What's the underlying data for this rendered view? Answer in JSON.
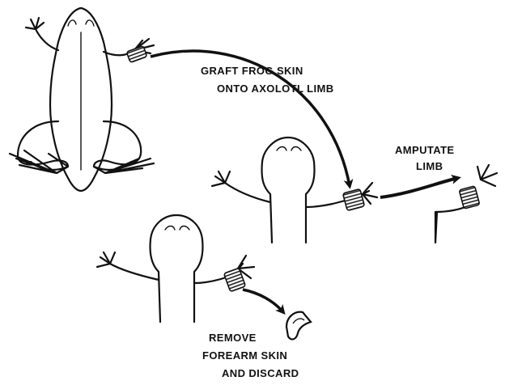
{
  "labels": {
    "graft_line1": "GRAFT FROG SKIN",
    "graft_line2": "ONTO AXOLOTL LIMB",
    "amputate_line1": "AMPUTATE",
    "amputate_line2": "LIMB",
    "remove_line1": "REMOVE",
    "remove_line2": "FOREARM SKIN",
    "remove_line3": "AND DISCARD"
  },
  "colors": {
    "ink": "#111111",
    "background": "#ffffff"
  }
}
